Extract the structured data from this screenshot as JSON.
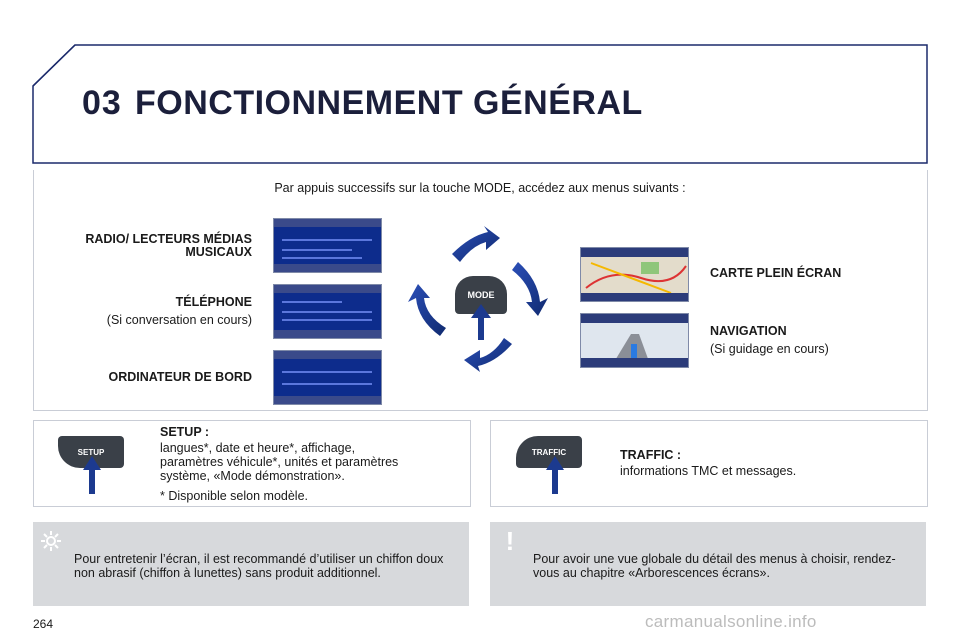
{
  "header": {
    "chapter_number": "03",
    "chapter_title": "FONCTIONNEMENT GÉNÉRAL"
  },
  "intro": "Par appuis successifs sur la touche MODE, accédez aux menus suivants :",
  "mode_button": {
    "label": "MODE"
  },
  "menus_left": {
    "radio_line1": "RADIO/ LECTEURS MÉDIAS",
    "radio_line2": "MUSICAUX",
    "telephone": "TÉLÉPHONE",
    "telephone_note": "(Si conversation en cours)",
    "computer": "ORDINATEUR DE BORD"
  },
  "menus_right": {
    "map": "CARTE PLEIN ÉCRAN",
    "navigation": "NAVIGATION",
    "navigation_note": "(Si guidage en cours)"
  },
  "setup": {
    "button_label": "SETUP",
    "title": "SETUP :",
    "line1": "langues*, date et heure*, affichage,",
    "line2": "paramètres véhicule*, unités et paramètres",
    "line3": "système, «Mode démonstration».",
    "footnote": "* Disponible selon modèle."
  },
  "traffic": {
    "button_label": "TRAFFIC",
    "title": "TRAFFIC :",
    "text": "informations TMC et messages."
  },
  "tip": {
    "line1": "Pour entretenir l’écran, il est recommandé d’utiliser un chiffon doux",
    "line2": "non abrasif (chiffon à lunettes) sans produit additionnel."
  },
  "warning": {
    "line1": "Pour avoir une vue globale du détail des menus à choisir, rendez-",
    "line2": "vous au chapitre «Arborescences écrans»."
  },
  "page_number": "264",
  "watermark": "carmanualsonline.info",
  "colors": {
    "title": "#1b1f3b",
    "arrow_blue": "#1c3a8f",
    "note_gray": "#d7d9dc",
    "button_dark": "#3a4048"
  }
}
